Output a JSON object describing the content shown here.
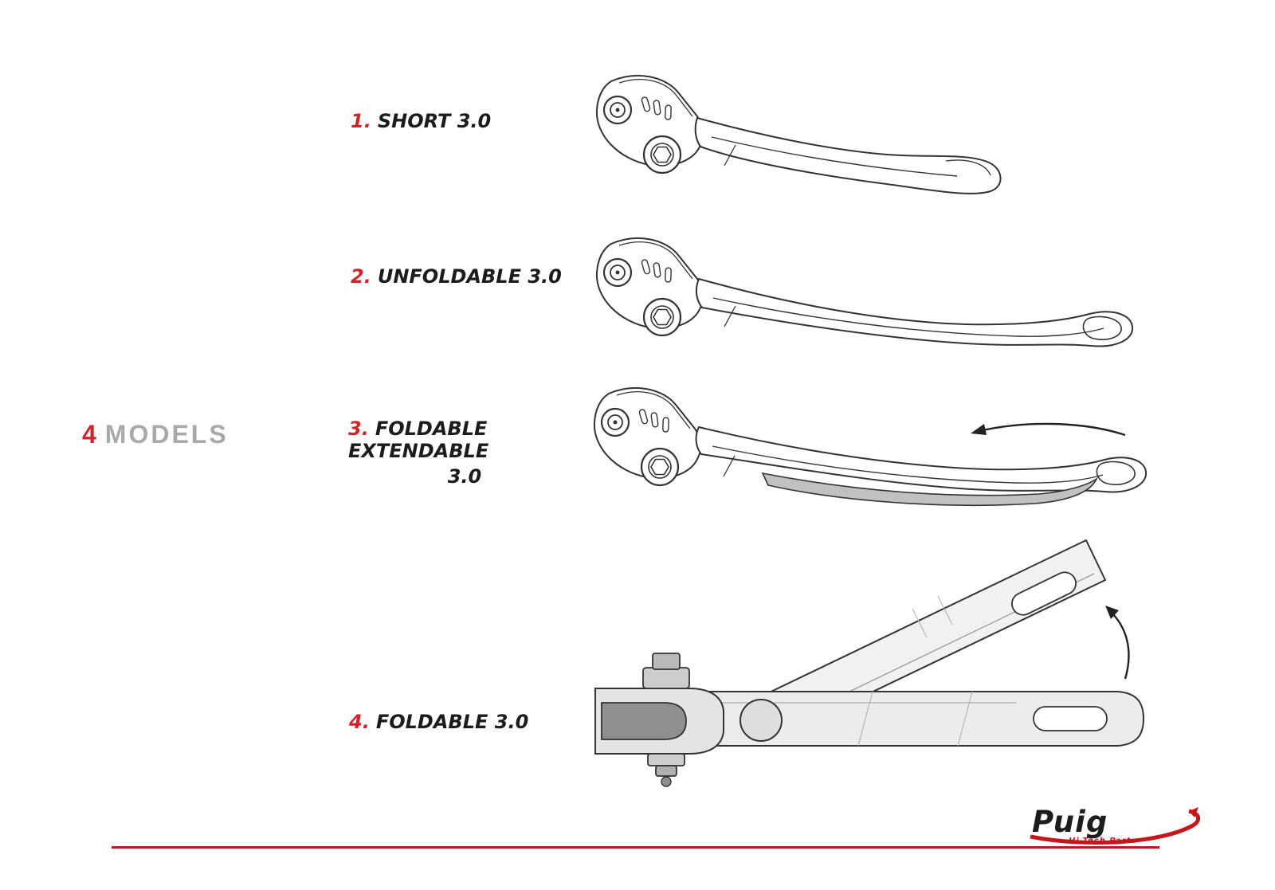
{
  "page": {
    "background": "#ffffff",
    "accent_red": "#d0232a",
    "muted_gray": "#a9a9a9",
    "line_art_color": "#333333"
  },
  "heading": {
    "count": "4",
    "label": "MODELS"
  },
  "models": [
    {
      "number": "1.",
      "name": "SHORT 3.0"
    },
    {
      "number": "2.",
      "name": "UNFOLDABLE 3.0"
    },
    {
      "number": "3.",
      "name": "FOLDABLE EXTENDABLE",
      "name_line2": "3.0"
    },
    {
      "number": "4.",
      "name": "FOLDABLE 3.0"
    }
  ],
  "footer": {
    "brand": "Puig",
    "tagline": "Hi-Tech Parts"
  }
}
